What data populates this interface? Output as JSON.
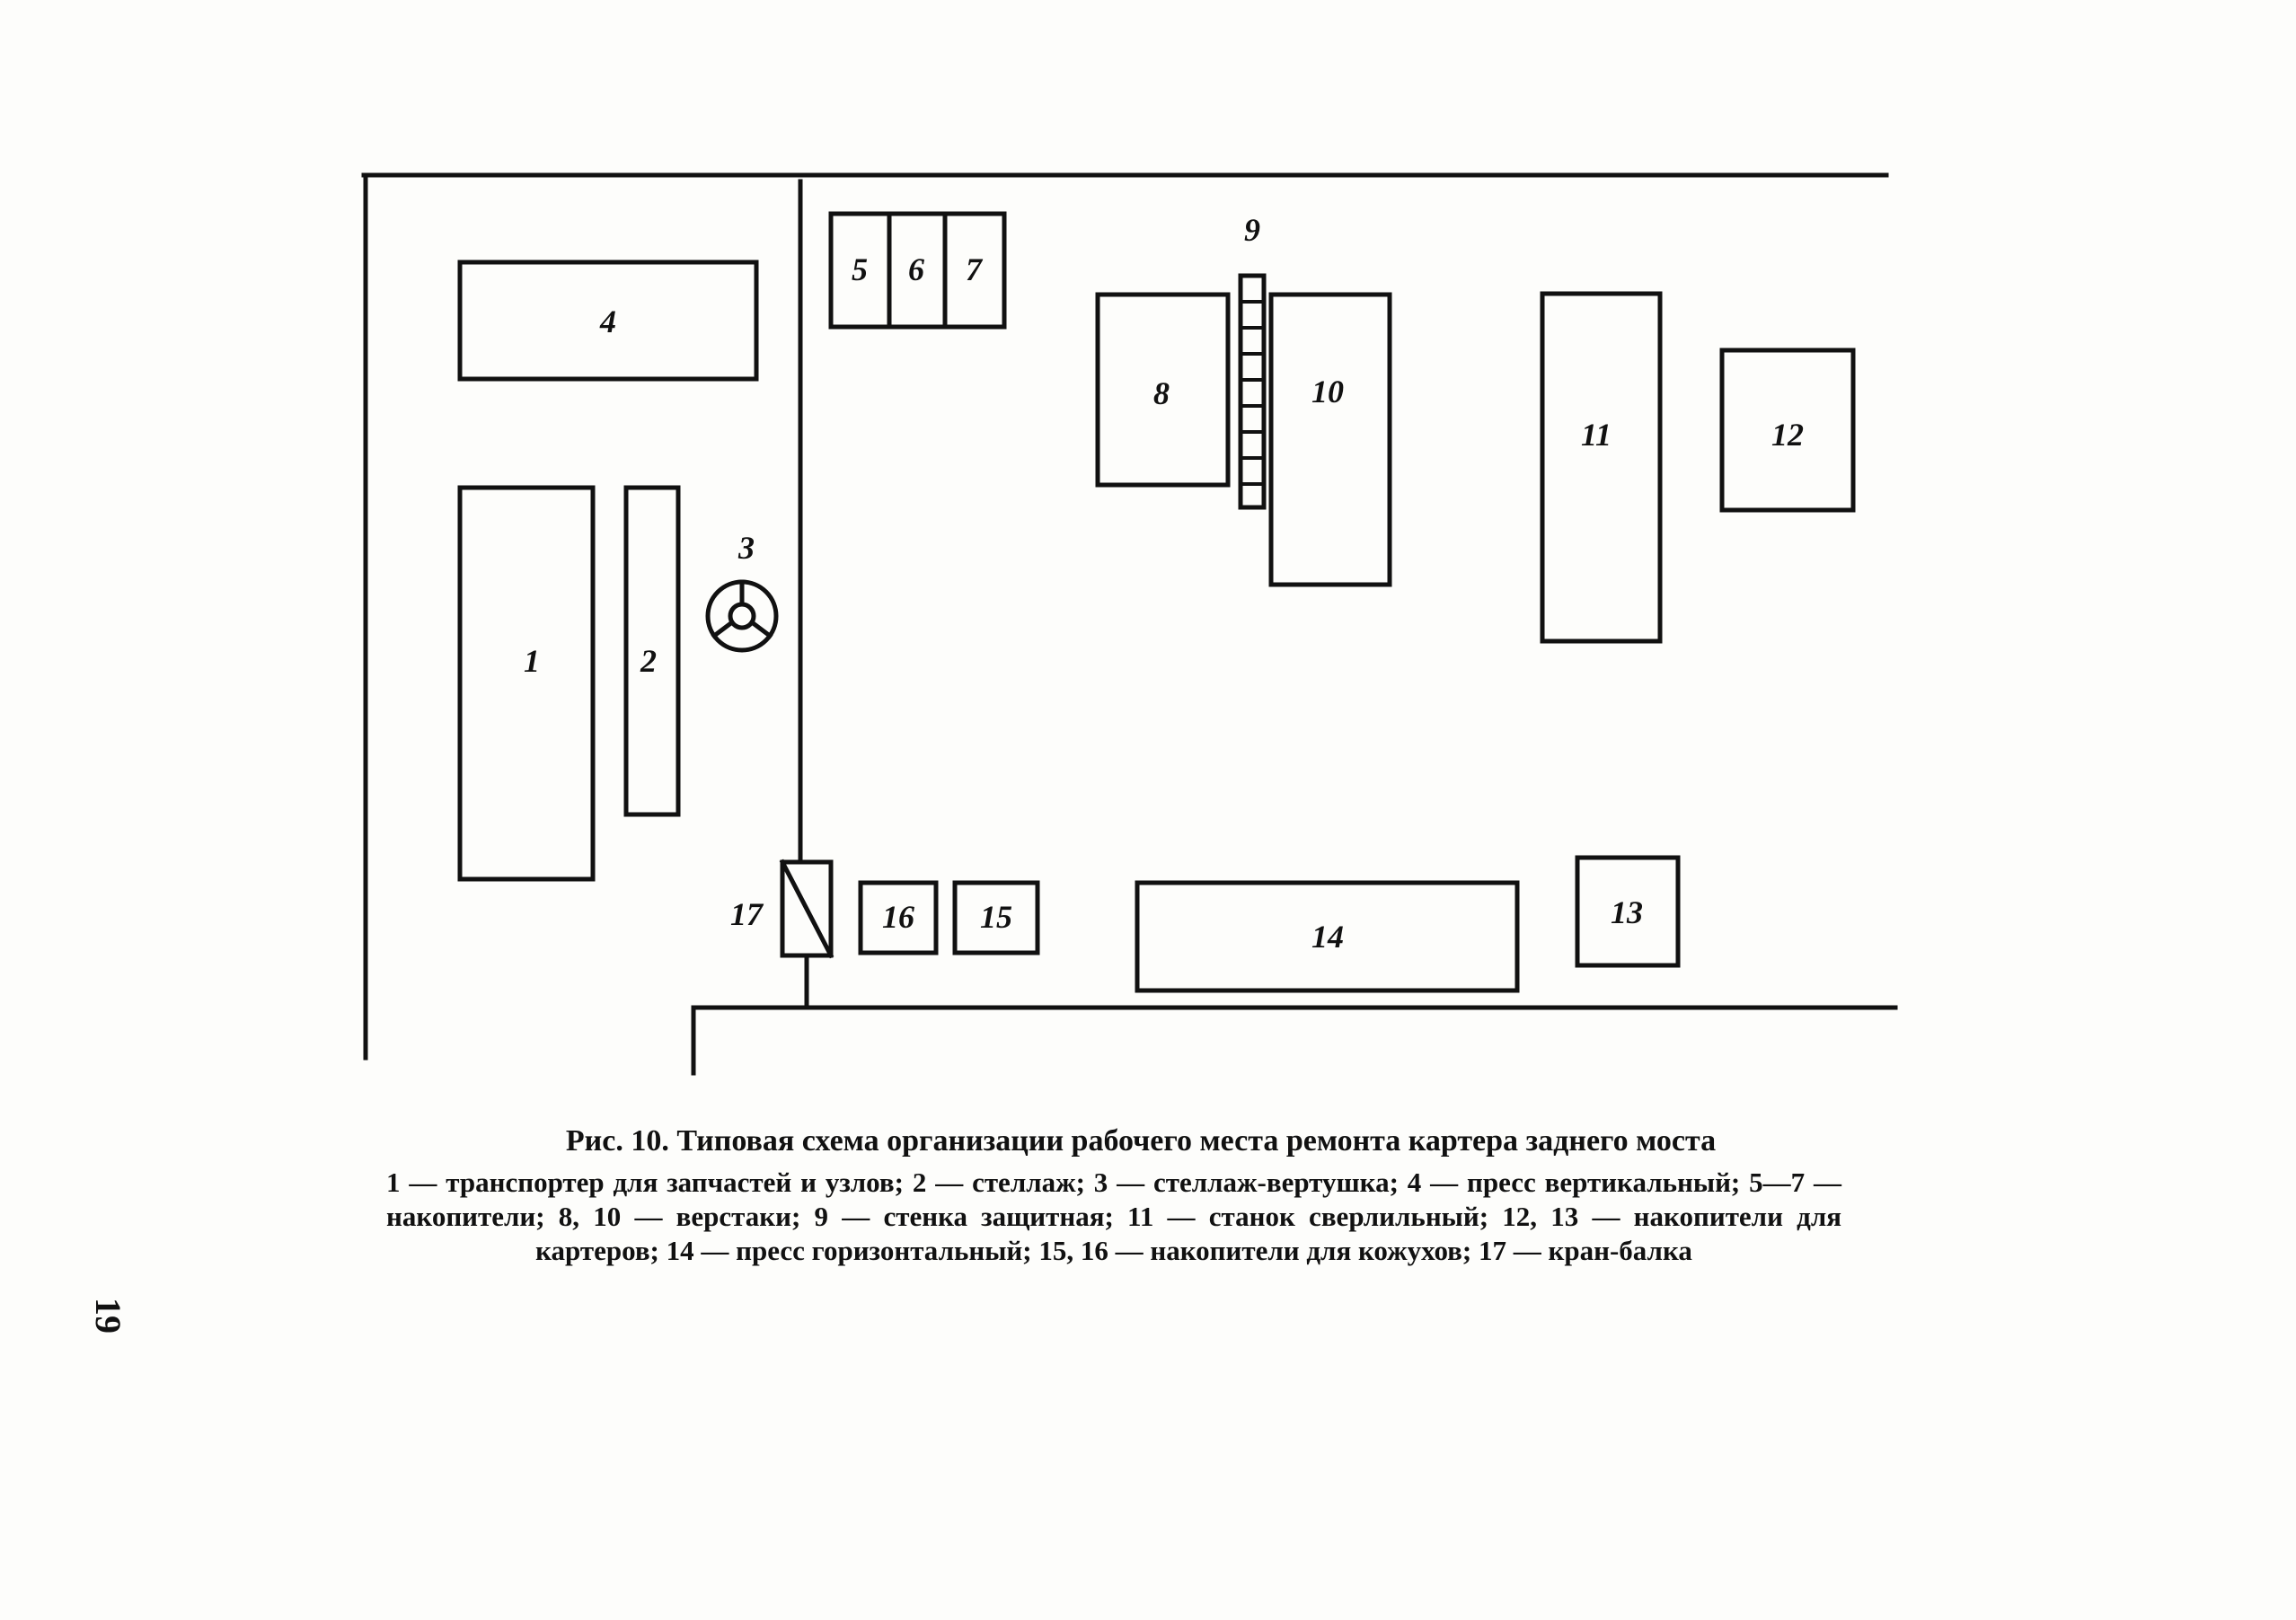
{
  "diagram": {
    "labels": {
      "conveyor": "1",
      "rack": "2",
      "rotary_rack": "3",
      "vertical_press": "4",
      "storage_5": "5",
      "storage_6": "6",
      "storage_7": "7",
      "workbench_8": "8",
      "protective_wall": "9",
      "workbench_10": "10",
      "drilling_machine": "11",
      "crankcase_storage_12": "12",
      "crankcase_storage_13": "13",
      "horizontal_press": "14",
      "casing_storage_15": "15",
      "casing_storage_16": "16",
      "crane_beam": "17"
    }
  },
  "caption": {
    "title": "Рис. 10. Типовая схема организации рабочего места ремонта картера заднего моста",
    "legend": "1 — транспортер для запчастей и узлов; 2 — стеллаж; 3 — стеллаж-вертушка; 4 — пресс вертикальный; 5—7 — накопители; 8, 10 — верстаки; 9 — стенка защитная; 11 — станок сверлильный; 12, 13 — накопители для картеров; 14 — пресс горизонтальный; 15, 16 — накопители для кожухов; 17 — кран-балка"
  },
  "page_number": "19"
}
